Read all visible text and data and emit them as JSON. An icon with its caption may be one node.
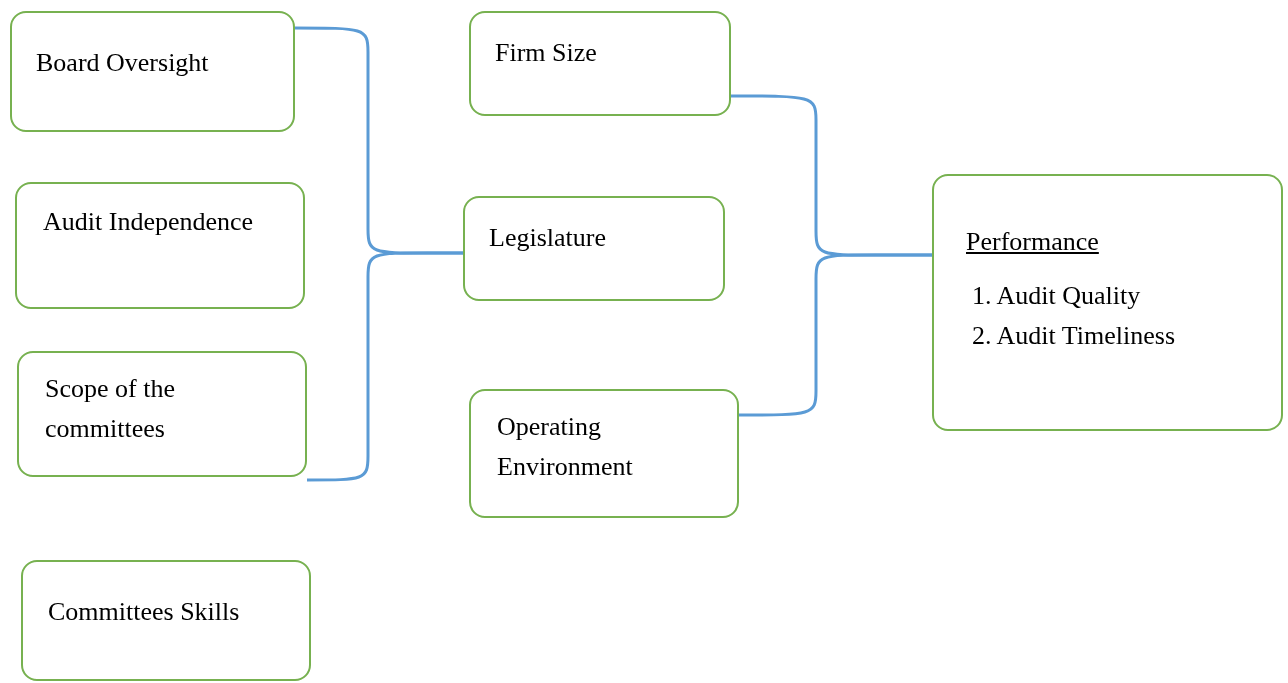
{
  "diagram": {
    "nodes": [
      {
        "text": [
          "Board Oversight"
        ]
      },
      {
        "text": [
          "Audit Independence"
        ]
      },
      {
        "text": [
          "Scope of the committees"
        ]
      },
      {
        "text": [
          "Committees Skills"
        ]
      },
      {
        "text": [
          "Firm Size"
        ]
      },
      {
        "text": [
          "Legislature"
        ]
      },
      {
        "text": [
          "Operating Environment"
        ]
      },
      {
        "text": [
          "Performance",
          "1. Audit Quality",
          "2. Audit Timeliness"
        ]
      }
    ],
    "edges": [
      {
        "from": 0,
        "to": 5,
        "arrow": "none"
      },
      {
        "from": 2,
        "to": 5,
        "arrow": "none"
      },
      {
        "from": 4,
        "to": 7,
        "arrow": "none"
      },
      {
        "from": 6,
        "to": 7,
        "arrow": "none"
      }
    ]
  }
}
